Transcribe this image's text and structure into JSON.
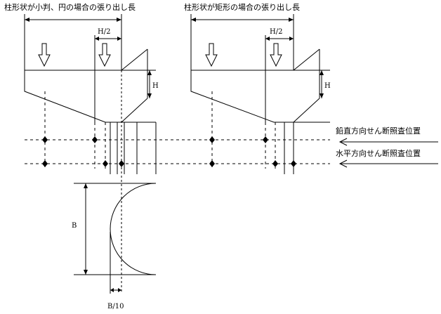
{
  "left_title": "柱形状が小判、円の場合の張り出し長",
  "right_title": "柱形状が矩形の場合の張り出し長",
  "dim_half_height_left": "H/2",
  "dim_half_height_right": "H/2",
  "dim_height_left": "H",
  "dim_height_right": "H",
  "label_vertical_shear": "鉛直方向せん断照査位置",
  "label_horizontal_shear": "水平方向せん断照査位置",
  "dim_width": "B",
  "dim_offset": "B/10"
}
